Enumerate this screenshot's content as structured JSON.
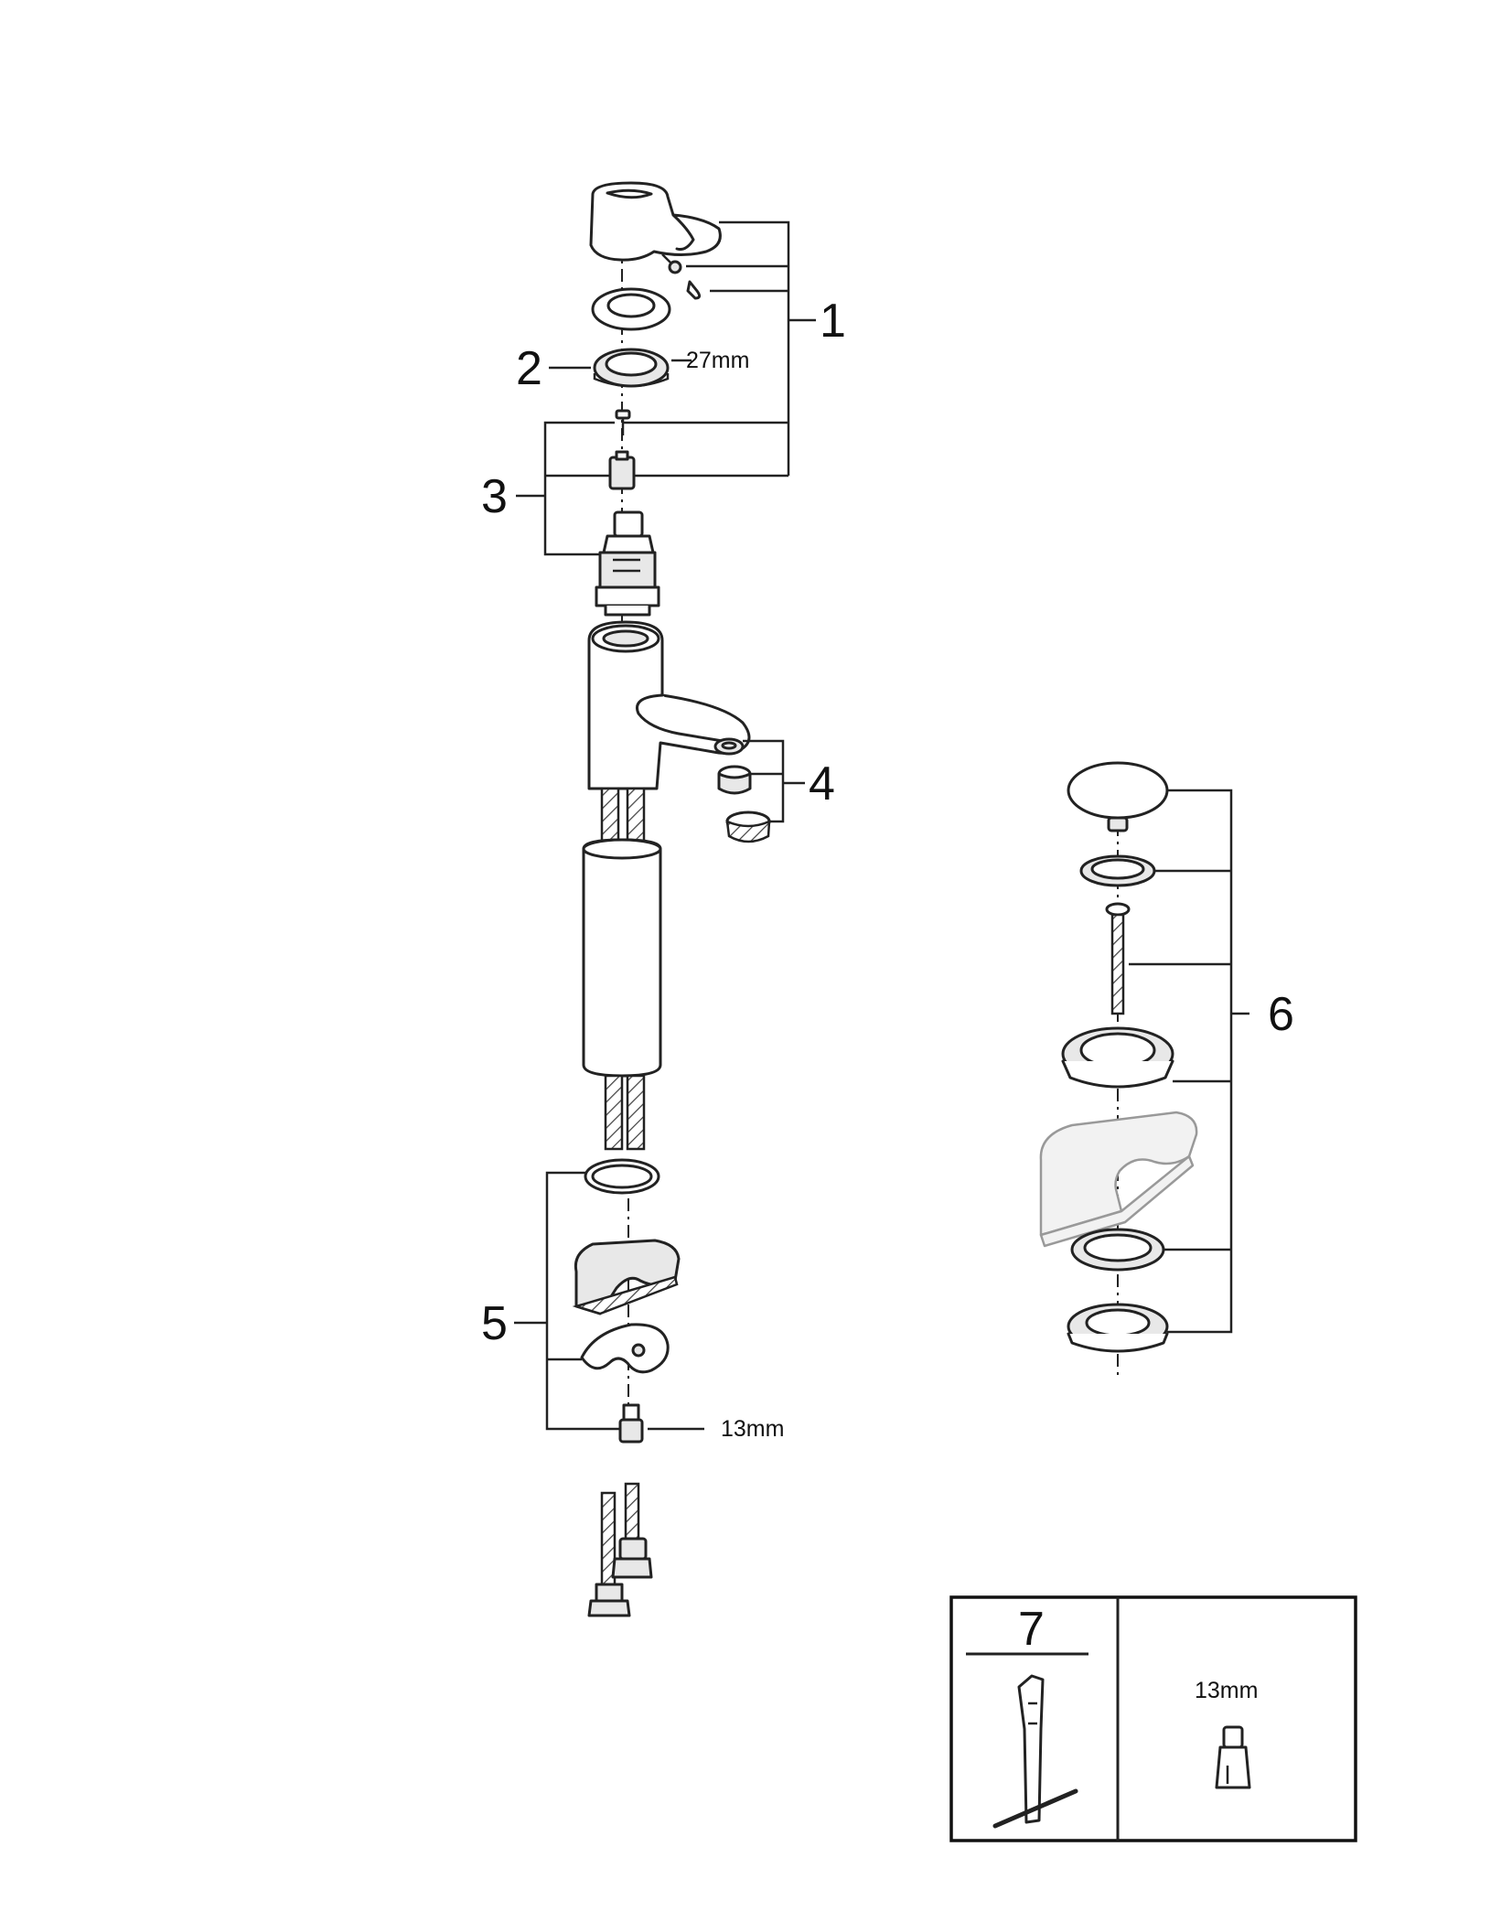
{
  "callouts": {
    "c1": "1",
    "c2": "2",
    "c3": "3",
    "c4": "4",
    "c5": "5",
    "c6": "6",
    "c7": "7"
  },
  "dimensions": {
    "d_27mm": "27mm",
    "d_13mm_mount": "13mm",
    "d_13mm_tool": "13mm"
  }
}
